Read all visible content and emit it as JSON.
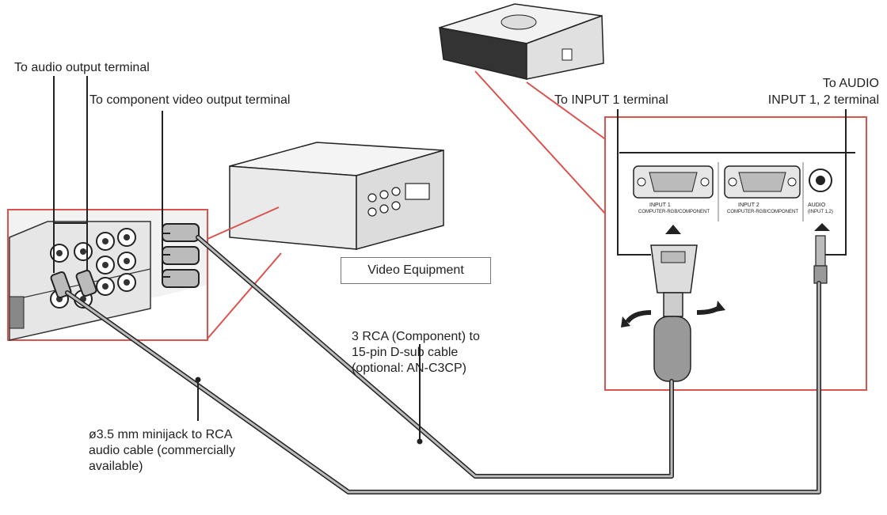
{
  "labels": {
    "audio_output": "To audio output terminal",
    "component_output": "To component video output terminal",
    "input1_terminal": "To INPUT 1 terminal",
    "audio_input_line1": "To AUDIO",
    "audio_input_line2": "INPUT 1, 2 terminal",
    "video_equipment": "Video Equipment",
    "rca_cable_line1": "3 RCA (Component) to",
    "rca_cable_line2": "15-pin D-sub cable",
    "rca_cable_line3": "(optional: AN-C3CP)",
    "mini_cable_line1": "ø3.5 mm minijack to RCA",
    "mini_cable_line2": "audio cable (commercially",
    "mini_cable_line3": "available)"
  },
  "panel_labels": {
    "input1": "INPUT 1",
    "input1_sub": "COMPUTER-RGB/COMPONENT",
    "input2": "INPUT 2",
    "input2_sub": "COMPUTER-RGB/COMPONENT",
    "audio": "AUDIO",
    "audio_sub": "(INPUT 1,2)"
  },
  "colors": {
    "callout": "#d9534f",
    "cable": "#555555",
    "device": "#e8e8e8"
  }
}
